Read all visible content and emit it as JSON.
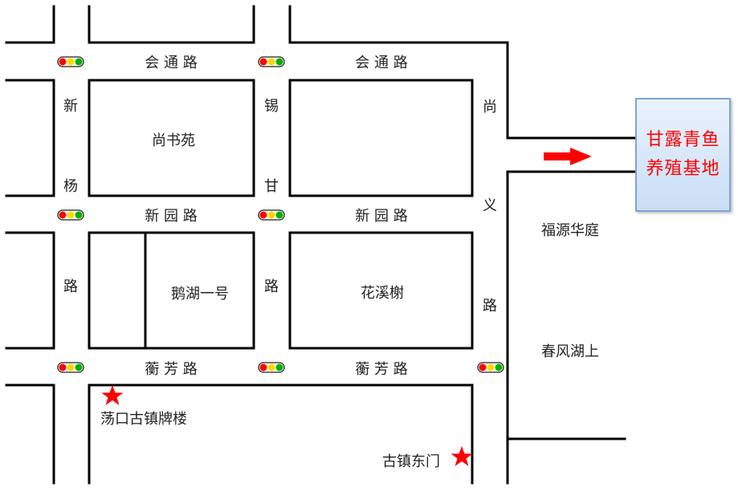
{
  "roads": {
    "huitong_left": "会  通  路",
    "huitong_right": "会  通  路",
    "xinyuan_left": "新  园  路",
    "xinyuan_right": "新  园  路",
    "hengfang_left": "蘅  芳  路",
    "hengfang_right": "蘅  芳  路",
    "xinyang": [
      "新",
      "杨",
      "路"
    ],
    "xigan": [
      "锡",
      "甘",
      "路"
    ],
    "shangyi": [
      "尚",
      "义",
      "路"
    ]
  },
  "places": {
    "shangshuyuan": "尚书苑",
    "ehu_yihao": "鹅湖一号",
    "huaxi_xie": "花溪榭",
    "fuyuan_huating": "福源华庭",
    "chunfeng_hushang": "春风湖上",
    "dangkou_paifang": "荡口古镇牌楼",
    "guzhen_dongmen": "古镇东门"
  },
  "destination": {
    "line1": "甘露青鱼",
    "line2": "养殖基地",
    "text_color": "#ff0000"
  },
  "colors": {
    "road": "#000000",
    "arrow": "#ff0000",
    "star": "#ff0000",
    "light_red": "#ff0000",
    "light_yellow": "#ffd800",
    "light_green": "#00b000"
  },
  "icons": {
    "traffic_light": "traffic-light-icon",
    "landmark": "star-icon",
    "direction": "arrow-right-icon"
  }
}
